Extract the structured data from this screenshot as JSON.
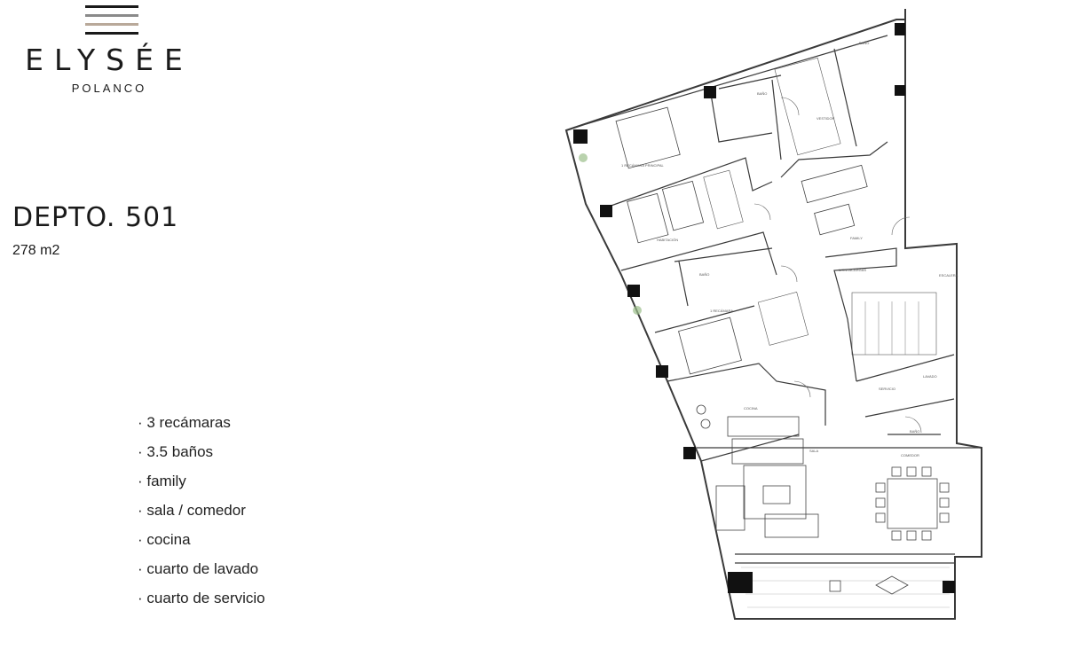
{
  "brand": {
    "name": "ELYSÉE",
    "subtitle": "POLANCO",
    "logo_icon": "stacked-bars-logo-icon",
    "bar_colors": [
      "#1a1a1a",
      "#8a8a8a",
      "#b9a99a",
      "#1a1a1a"
    ]
  },
  "unit": {
    "title": "DEPTO. 501",
    "area": "278 m2"
  },
  "features": [
    "· 3 recámaras",
    "· 3.5 baños",
    "· family",
    "· sala / comedor",
    "· cocina",
    "· cuarto de lavado",
    "· cuarto de servicio"
  ],
  "plan": {
    "labels": {
      "master": "1 RECÁMARA PRINCIPAL",
      "bano_top": "BAÑO",
      "bano_2": "BAÑO",
      "bano_3": "BAÑO",
      "bano_serv": "BAÑO",
      "vestidor": "VESTIDOR",
      "habitacion": "HABITACIÓN",
      "recamara": "1 RECÁMARA",
      "family": "FAMILY",
      "cocina": "COCINA",
      "sala": "SALA",
      "comedor": "COMEDOR",
      "montacargas": "MONTACARGAS",
      "lavado": "LAVADO",
      "servicio": "SERVICIO",
      "escalera": "ESCALERA"
    }
  }
}
